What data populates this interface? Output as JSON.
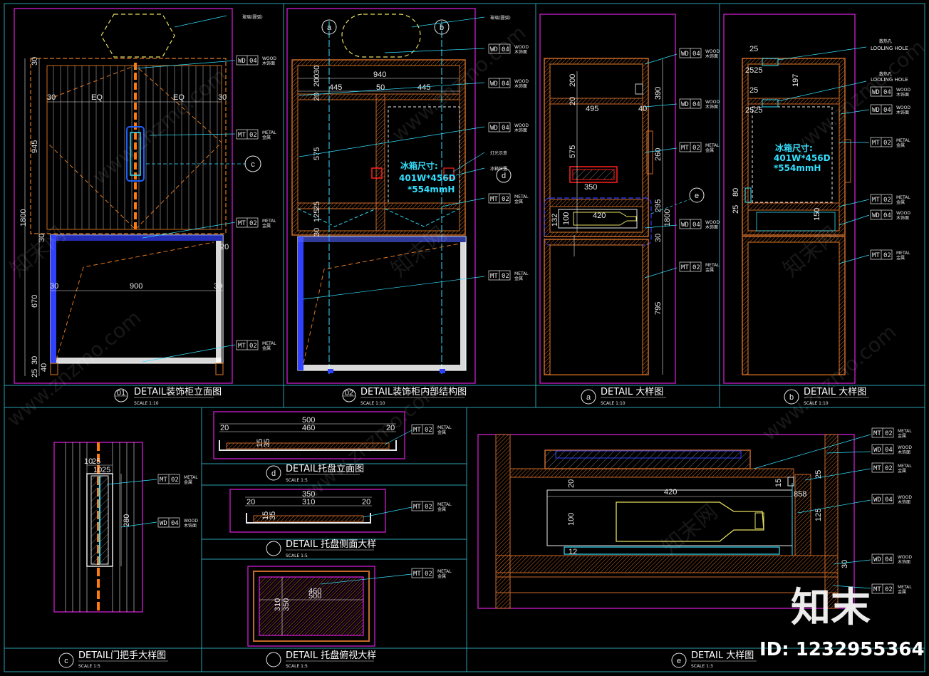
{
  "colors": {
    "background": "#000000",
    "frame": "#2a9fb0",
    "magenta": "#e020e0",
    "orange": "#e07820",
    "wood": "#c86828",
    "cyan": "#33e0ff",
    "blue": "#3040ff",
    "red": "#ff2020",
    "yellow": "#e8e060",
    "white": "#ffffff"
  },
  "panels": [
    {
      "id": "01",
      "title": "DETAIL装饰柜立面图",
      "scale": "SCALE   1:10"
    },
    {
      "id": "02",
      "title": "DETAIL装饰柜内部结构图",
      "scale": "SCALE   1:10"
    },
    {
      "id": "a",
      "title": "DETAIL   大样图",
      "scale": "SCALE   1:10"
    },
    {
      "id": "b",
      "title": "DETAIL   大样图",
      "scale": "SCALE   1:10"
    },
    {
      "id": "c",
      "title": "DETAIL门把手大样图",
      "scale": "SCALE   1:5"
    },
    {
      "id": "d",
      "title": "DETAIL托盘立面图",
      "scale": "SCALE   1:5"
    },
    {
      "id": "",
      "title": "DETAIL   托盘侧面大样",
      "scale": "SCALE   1:5"
    },
    {
      "id": "",
      "title": "DETAIL   托盘俯视大样",
      "scale": "SCALE   1:5"
    },
    {
      "id": "e",
      "title": "DETAIL   大样图",
      "scale": "SCALE   1:3"
    }
  ],
  "materials": {
    "wood_code": "WD",
    "wood_num": "04",
    "wood_en": "WOOD",
    "wood_cn": "木饰面",
    "metal_code": "MT",
    "metal_num": "02",
    "metal_en": "METAL",
    "metal_cn": "金属"
  },
  "notes": {
    "glass": "玻璃(圆弧)",
    "fridge_size_label": "冰箱尺寸:",
    "fridge_size_wd": "401W*456D",
    "fridge_size_h": "*554mmH",
    "cooling_hole": "LOOLING HOLE",
    "cooling_cn": "散热孔",
    "light_cn": "灯光示意",
    "fridge_cn": "冰箱位置"
  },
  "dims": {
    "p01": {
      "top30": "30",
      "eq1": "EQ",
      "eq2": "EQ",
      "side30a": "30",
      "side30b": "30",
      "h945": "945",
      "h1800": "1800",
      "h30": "30",
      "h670": "670",
      "w900": "900",
      "s30a": "30",
      "s30b": "30",
      "h20": "20",
      "b25": "25",
      "b30": "30",
      "b40": "40"
    },
    "p02": {
      "w940": "940",
      "w445a": "445",
      "w445b": "445",
      "w50": "50",
      "h200": "200",
      "h20a": "20",
      "h30": "30",
      "h575": "575",
      "h125": "125",
      "h25": "25",
      "h30b": "30"
    },
    "pa": {
      "h200": "200",
      "w495": "495",
      "h20": "20",
      "h390": "390",
      "h40": "40",
      "h575": "575",
      "h260": "260",
      "w350": "350",
      "h295": "295",
      "w420": "420",
      "h132": "132",
      "h100": "100",
      "h30": "30",
      "h1800": "1800",
      "h795": "795"
    },
    "pb": {
      "t25": "25",
      "t2525": "2525",
      "h197": "197",
      "m25": "25",
      "m2525": "2525",
      "h80": "80",
      "h25": "25",
      "h150": "150"
    },
    "pc": {
      "w10": "10",
      "w25": "25",
      "w25b": "25",
      "w10b": "10",
      "h280": "280"
    },
    "pd": {
      "w500": "500",
      "w20a": "20",
      "w460": "460",
      "w20b": "20",
      "h15": "15",
      "h35": "35"
    },
    "ps": {
      "w350": "350",
      "w20a": "20",
      "w310": "310",
      "w20b": "20",
      "h15": "15",
      "h35": "35"
    },
    "pt": {
      "w460": "460",
      "w500": "500",
      "h310": "310",
      "h350": "350"
    },
    "pe": {
      "w420": "420",
      "h20": "20",
      "h100": "100",
      "h15": "15",
      "h25": "25",
      "h125": "125",
      "h30": "30",
      "w858": "858",
      "h12": "12"
    }
  },
  "watermark": {
    "site": "www.znzmo.com",
    "brand_cn": "知末网",
    "logo": "知末",
    "id": "ID: 1232955364"
  }
}
